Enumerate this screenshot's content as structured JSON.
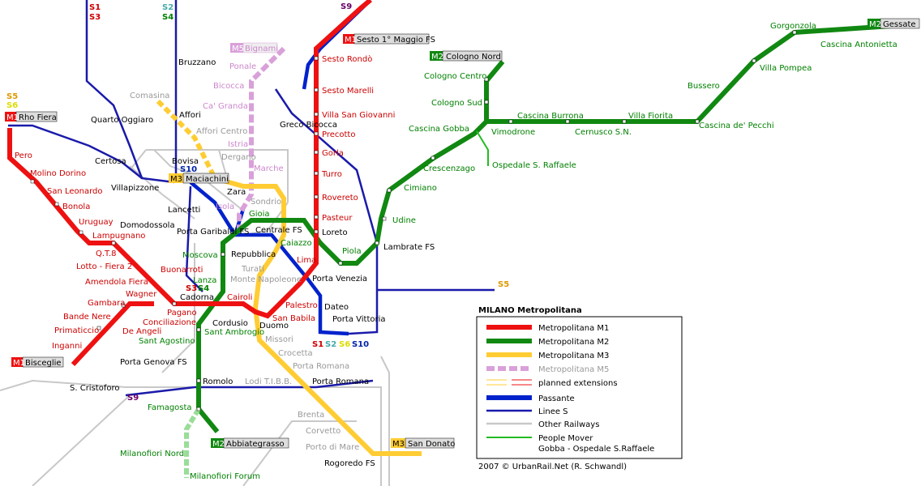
{
  "title": "MILANO Metropolitana",
  "credit": "2007 © UrbanRail.Net (R. Schwandl)",
  "colors": {
    "m1": "#ee1111",
    "m2": "#118811",
    "m3": "#ffcc33",
    "m5": "#d9a0d9",
    "passante": "#0022cc",
    "linee_s": "#0022aa",
    "rail": "#c8c8c8",
    "people_mover": "#22bb22"
  },
  "legend": {
    "m1": "Metropolitana M1",
    "m2": "Metropolitana M2",
    "m3": "Metropolitana M3",
    "m5": "Metropolitana M5",
    "planned": "planned extensions",
    "passante": "Passante",
    "linee_s": "Linee S",
    "other_railways": "Other Railways",
    "people_mover": "People Mover",
    "people_mover_sub": "Gobba - Ospedale S.Raffaele"
  },
  "termini": {
    "m1_sesto": {
      "badge": "M1",
      "name": "Sesto 1° Maggio FS"
    },
    "m1_rho": {
      "badge": "M1",
      "name": "Rho Fiera"
    },
    "m1_bisceglie": {
      "badge": "M1",
      "name": "Bisceglie"
    },
    "m2_cologno": {
      "badge": "M2",
      "name": "Cologno Nord"
    },
    "m2_gessate": {
      "badge": "M2",
      "name": "Gessate"
    },
    "m2_abbiategrasso": {
      "badge": "M2",
      "name": "Abbiategrasso"
    },
    "m3_maciachini": {
      "badge": "M3",
      "name": "Maciachini"
    },
    "m3_sandonato": {
      "badge": "M3",
      "name": "San Donato"
    },
    "m5_bignami": {
      "badge": "M5",
      "name": "Bignami"
    }
  },
  "s_lines": {
    "top_s1": "S1",
    "top_s3": "S3",
    "top_s2": "S2",
    "top_s4": "S4",
    "top_s9": "S9",
    "left_s5": "S5",
    "left_s6": "S6",
    "bovisa_s10": "S10",
    "cadorna_s3": "S3",
    "cadorna_s4": "S4",
    "lambrate_s5": "S5",
    "vittoria_s1": "S1",
    "vittoria_s2": "S2",
    "vittoria_s6": "S6",
    "vittoria_s10": "S10",
    "cristoforo_s9": "S9"
  },
  "stations": {
    "m1": [
      "Sesto Rondò",
      "Sesto Marelli",
      "Villa San Giovanni",
      "Precotto",
      "Gorla",
      "Turro",
      "Rovereto",
      "Pasteur",
      "Loreto",
      "Lima",
      "Porta Venezia",
      "Palestro",
      "San Babila",
      "Duomo",
      "Cordusio",
      "Cairoli",
      "Cadorna",
      "Conciliazione",
      "Pagano",
      "Buonarroti",
      "Amendola Fiera",
      "Lotto - Fiera 2",
      "Q.T.8",
      "Lampugnano",
      "Uruguay",
      "Bonola",
      "San Leonardo",
      "Molino Dorino",
      "Pero",
      "Wagner",
      "De Angeli",
      "Gambara",
      "Bande Nere",
      "Primaticcio",
      "Inganni"
    ],
    "m2": [
      "Cologno Centro",
      "Cologno Sud",
      "Cascina Gobba",
      "Crescenzago",
      "Cimiano",
      "Udine",
      "Lambrate FS",
      "Piola",
      "Gioia",
      "Centrale FS",
      "Caiazzo",
      "Moscova",
      "Lanza",
      "Sant Ambrogio",
      "Sant Agostino",
      "Porta Genova FS",
      "Romolo",
      "Famagosta",
      "Milanofiori Nord",
      "Milanofiori Forum",
      "Vimodrone",
      "Cascina Burrona",
      "Cernusco S.N.",
      "Villa Fiorita",
      "Cascina de' Pecchi",
      "Bussero",
      "Villa Pompea",
      "Gorgonzola",
      "Cascina Antonietta"
    ],
    "m3": [
      "Sondrio",
      "Zara",
      "Repubblica",
      "Turati",
      "Monte Napoleone",
      "Missori",
      "Crocetta",
      "Porta Romana",
      "Lodi T.I.B.B.",
      "Brenta",
      "Corvetto",
      "Porto di Mare",
      "Rogoredo FS",
      "Dergano",
      "Affori Centro",
      "Affori",
      "Comasina"
    ],
    "m5": [
      "Ponale",
      "Bicocca",
      "Ca' Granda",
      "Istria",
      "Marche",
      "Isola"
    ],
    "rail": [
      "Bruzzano",
      "Quarto Oggiaro",
      "Certosa",
      "Villapizzone",
      "Bovisa",
      "Lancetti",
      "Domodossola",
      "Porta Garibaldi FS",
      "Greco Bicocca",
      "Dateo",
      "Porta Vittoria",
      "S. Cristoforo",
      "Porta Romana"
    ],
    "people_mover": [
      "Ospedale S. Raffaele"
    ]
  }
}
